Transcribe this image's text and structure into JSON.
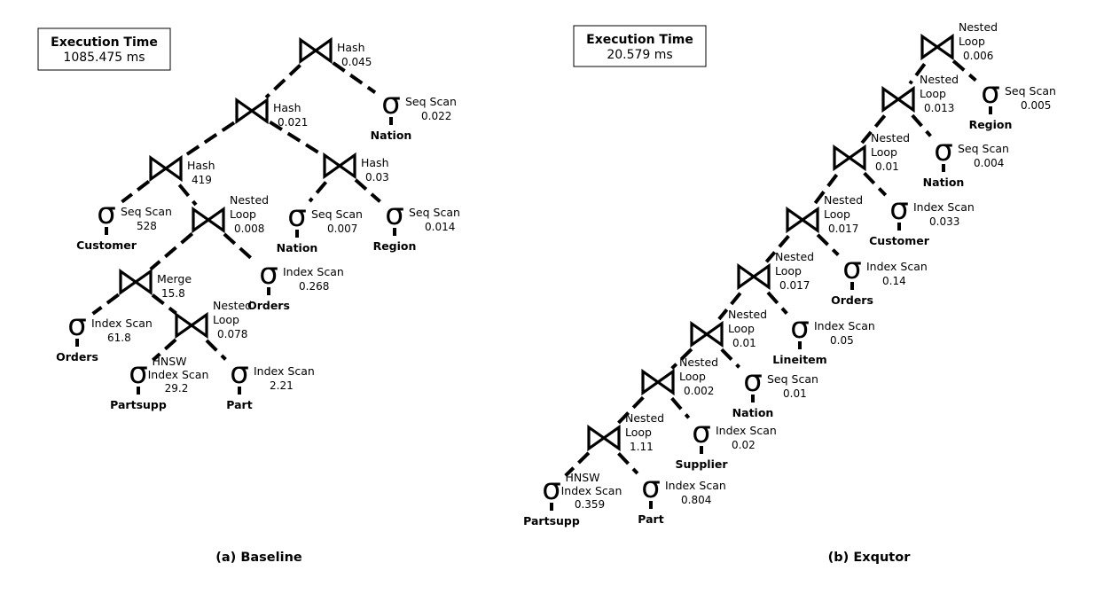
{
  "baseline": {
    "caption": "(a) Baseline",
    "execution_time_label": "Execution Time",
    "execution_time_value": "1085.475 ms",
    "nodes": [
      {
        "kind": "join",
        "op": [
          "Hash"
        ],
        "value": "0.045"
      },
      {
        "kind": "join",
        "op": [
          "Hash"
        ],
        "value": "0.021"
      },
      {
        "kind": "scan",
        "op": [
          "Seq Scan"
        ],
        "value": "0.022",
        "table": "Nation"
      },
      {
        "kind": "join",
        "op": [
          "Hash"
        ],
        "value": "419"
      },
      {
        "kind": "join",
        "op": [
          "Hash"
        ],
        "value": "0.03"
      },
      {
        "kind": "scan",
        "op": [
          "Seq Scan"
        ],
        "value": "528",
        "table": "Customer"
      },
      {
        "kind": "join",
        "op": [
          "Nested",
          "Loop"
        ],
        "value": "0.008"
      },
      {
        "kind": "scan",
        "op": [
          "Seq Scan"
        ],
        "value": "0.007",
        "table": "Nation"
      },
      {
        "kind": "scan",
        "op": [
          "Seq Scan"
        ],
        "value": "0.014",
        "table": "Region"
      },
      {
        "kind": "join",
        "op": [
          "Merge"
        ],
        "value": "15.8"
      },
      {
        "kind": "scan",
        "op": [
          "Index Scan"
        ],
        "value": "0.268",
        "table": "Orders"
      },
      {
        "kind": "scan",
        "op": [
          "Index Scan"
        ],
        "value": "61.8",
        "table": "Orders"
      },
      {
        "kind": "join",
        "op": [
          "Nested",
          "Loop"
        ],
        "value": "0.078"
      },
      {
        "kind": "scan",
        "op": [
          "HNSW",
          "Index Scan"
        ],
        "value": "29.2",
        "table": "Partsupp"
      },
      {
        "kind": "scan",
        "op": [
          "Index Scan"
        ],
        "value": "2.21",
        "table": "Part"
      }
    ]
  },
  "exqutor": {
    "caption": "(b) Exqutor",
    "execution_time_label": "Execution Time",
    "execution_time_value": "20.579 ms",
    "nodes": [
      {
        "kind": "join",
        "op": [
          "Nested",
          "Loop"
        ],
        "value": "0.006"
      },
      {
        "kind": "join",
        "op": [
          "Nested",
          "Loop"
        ],
        "value": "0.013"
      },
      {
        "kind": "scan",
        "op": [
          "Seq Scan"
        ],
        "value": "0.005",
        "table": "Region"
      },
      {
        "kind": "join",
        "op": [
          "Nested",
          "Loop"
        ],
        "value": "0.01"
      },
      {
        "kind": "scan",
        "op": [
          "Seq Scan"
        ],
        "value": "0.004",
        "table": "Nation"
      },
      {
        "kind": "join",
        "op": [
          "Nested",
          "Loop"
        ],
        "value": "0.017"
      },
      {
        "kind": "scan",
        "op": [
          "Index Scan"
        ],
        "value": "0.033",
        "table": "Customer"
      },
      {
        "kind": "join",
        "op": [
          "Nested",
          "Loop"
        ],
        "value": "0.017"
      },
      {
        "kind": "scan",
        "op": [
          "Index Scan"
        ],
        "value": "0.14",
        "table": "Orders"
      },
      {
        "kind": "join",
        "op": [
          "Nested",
          "Loop"
        ],
        "value": "0.01"
      },
      {
        "kind": "scan",
        "op": [
          "Index Scan"
        ],
        "value": "0.05",
        "table": "Lineitem"
      },
      {
        "kind": "join",
        "op": [
          "Nested",
          "Loop"
        ],
        "value": "0.002"
      },
      {
        "kind": "scan",
        "op": [
          "Seq Scan"
        ],
        "value": "0.01",
        "table": "Nation"
      },
      {
        "kind": "join",
        "op": [
          "Nested",
          "Loop"
        ],
        "value": "1.11"
      },
      {
        "kind": "scan",
        "op": [
          "Index Scan"
        ],
        "value": "0.02",
        "table": "Supplier"
      },
      {
        "kind": "scan",
        "op": [
          "HNSW",
          "Index Scan"
        ],
        "value": "0.359",
        "table": "Partsupp"
      },
      {
        "kind": "scan",
        "op": [
          "Index Scan"
        ],
        "value": "0.804",
        "table": "Part"
      }
    ]
  }
}
